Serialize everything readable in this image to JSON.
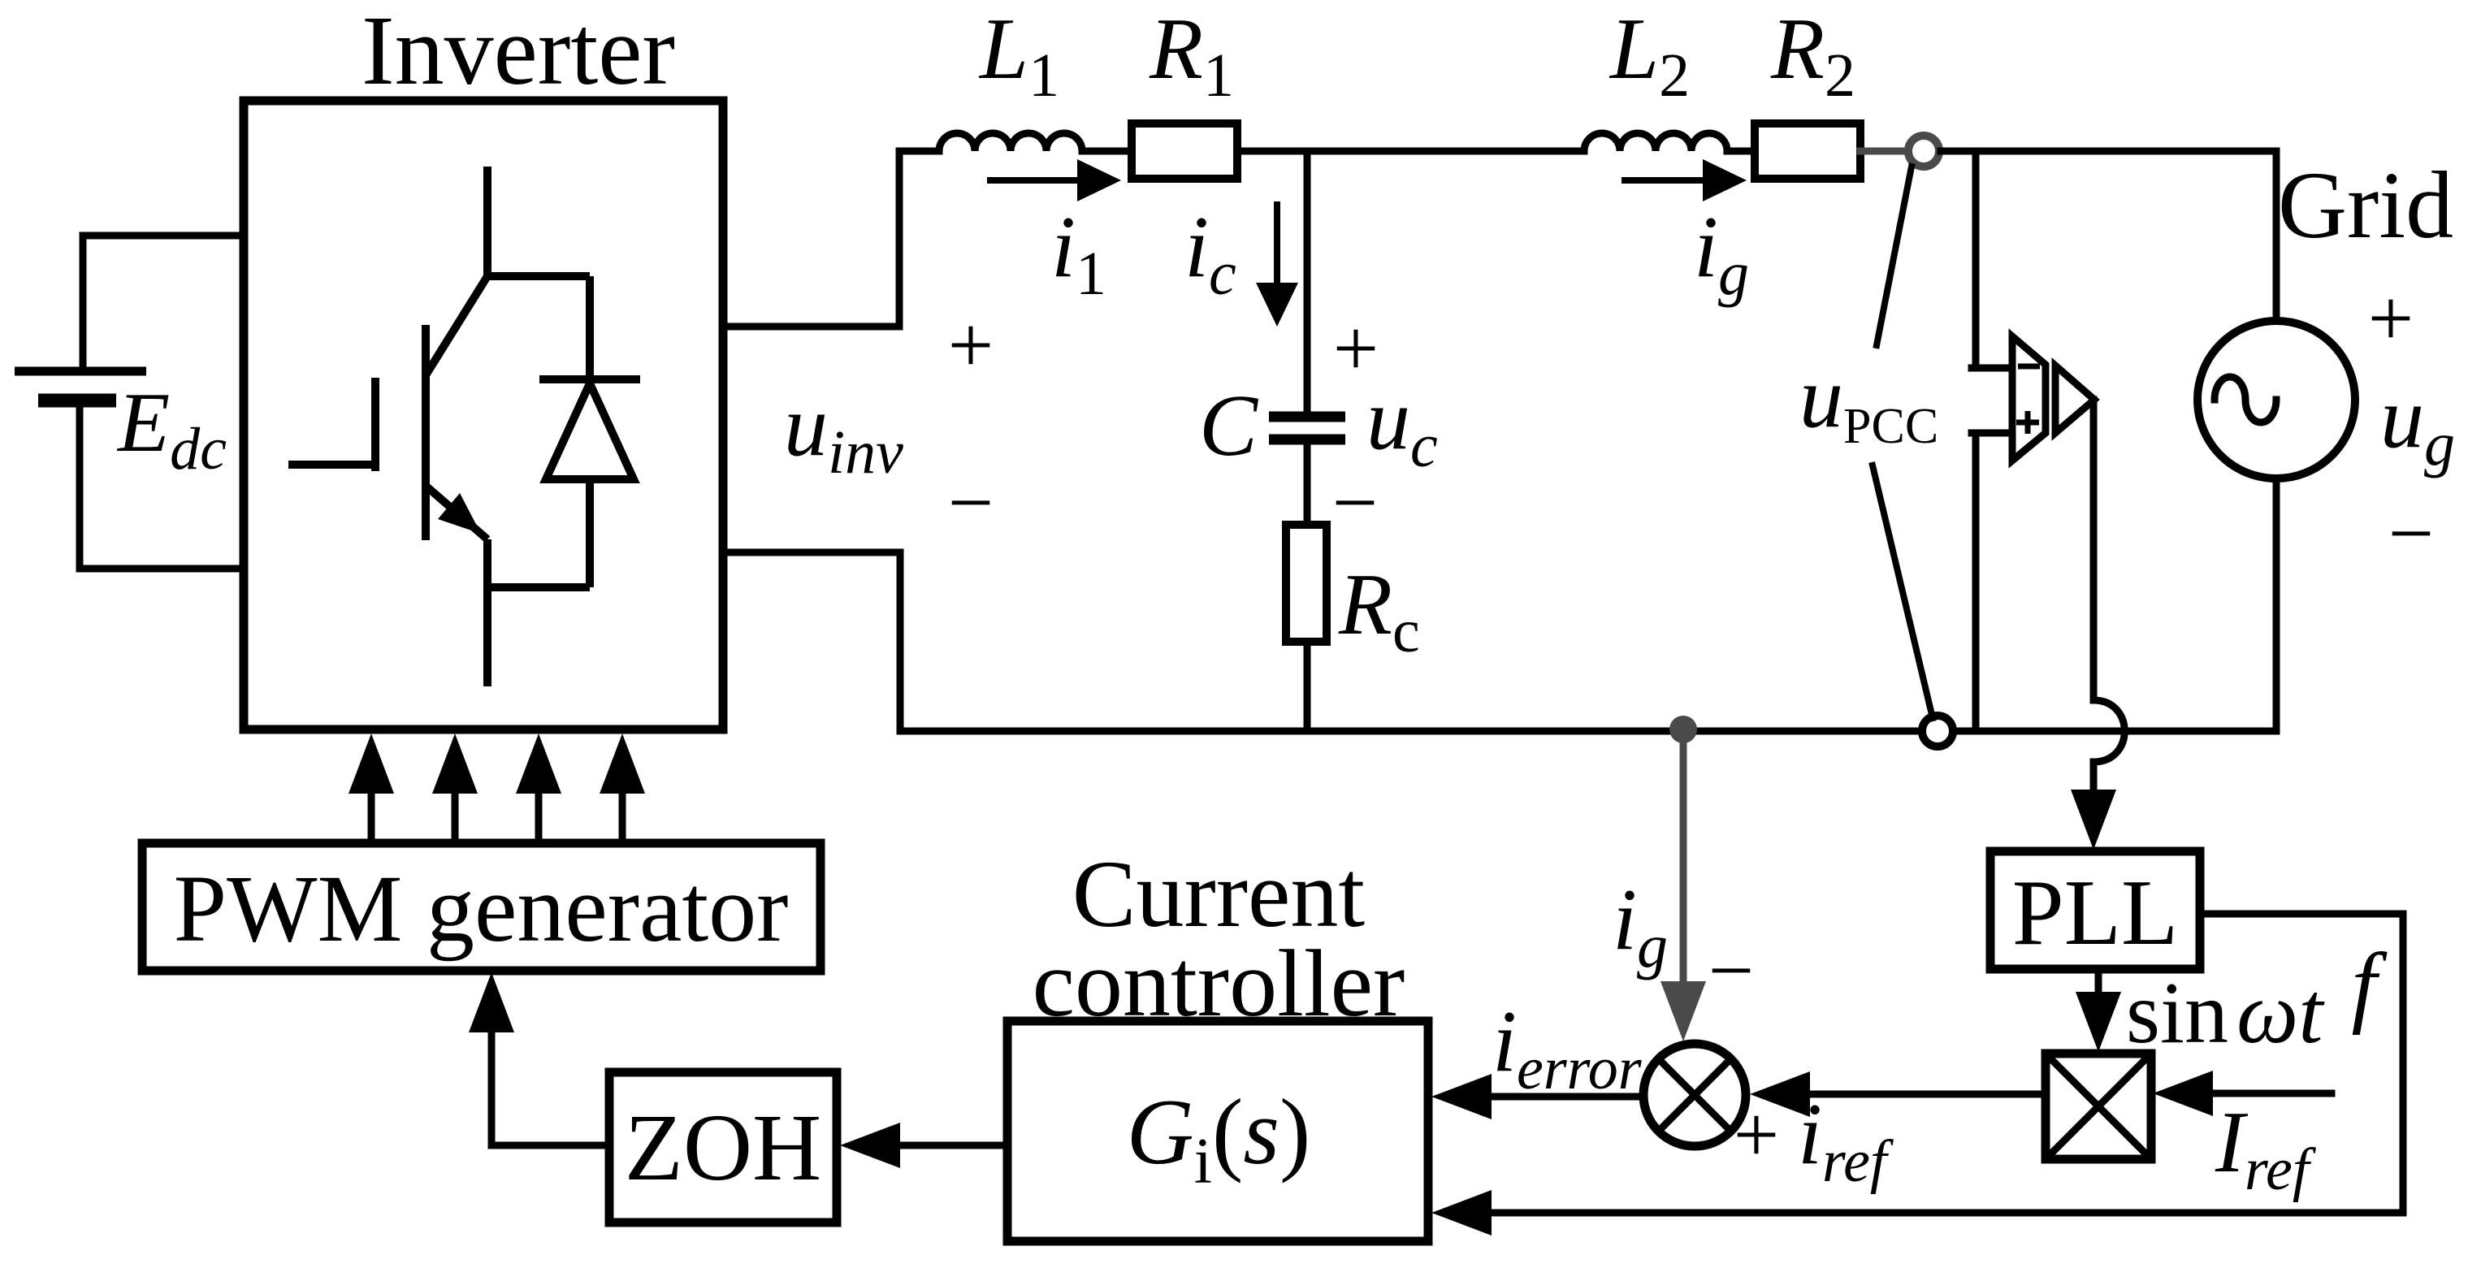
{
  "blocks": {
    "inverter": "Inverter",
    "pwm_generator": "PWM generator",
    "zoh": "ZOH",
    "current_controller_line1": "Current",
    "current_controller_line2": "controller",
    "transfer_function": {
      "main": "G",
      "sub": "i",
      "paren_open": "(",
      "s": "s",
      "paren_close": ")"
    },
    "pll": "PLL",
    "grid": "Grid"
  },
  "components": {
    "L1": {
      "main": "L",
      "sub": "1"
    },
    "R1": {
      "main": "R",
      "sub": "1"
    },
    "L2": {
      "main": "L",
      "sub": "2"
    },
    "R2": {
      "main": "R",
      "sub": "2"
    },
    "C": "C",
    "Rc": {
      "main": "R",
      "sub": "c"
    },
    "Edc": {
      "main": "E",
      "sub": "dc"
    }
  },
  "signals": {
    "i1": {
      "main": "i",
      "sub": "1"
    },
    "ic": {
      "main": "i",
      "sub": "c"
    },
    "ig_filter": {
      "main": "i",
      "sub": "g"
    },
    "ig_feedback": {
      "main": "i",
      "sub": "g"
    },
    "uinv": {
      "main": "u",
      "sub": "inv"
    },
    "uc": {
      "main": "u",
      "sub": "c"
    },
    "uPCC": {
      "main": "u",
      "sub": "PCC"
    },
    "ug": {
      "main": "u",
      "sub": "g"
    },
    "ierror": {
      "main": "i",
      "sub": "error"
    },
    "iref": {
      "main": "i",
      "sub": "ref"
    },
    "Iref": {
      "main": "I",
      "sub": "ref"
    },
    "sin_wt": {
      "sin": "sin",
      "omega": "ω",
      "t": "t"
    },
    "f": "f"
  },
  "signs": {
    "plus": "+",
    "minus": "−"
  },
  "colors": {
    "line": "#000000",
    "sensor_gray": "#4a4a4a",
    "background": "#ffffff"
  }
}
